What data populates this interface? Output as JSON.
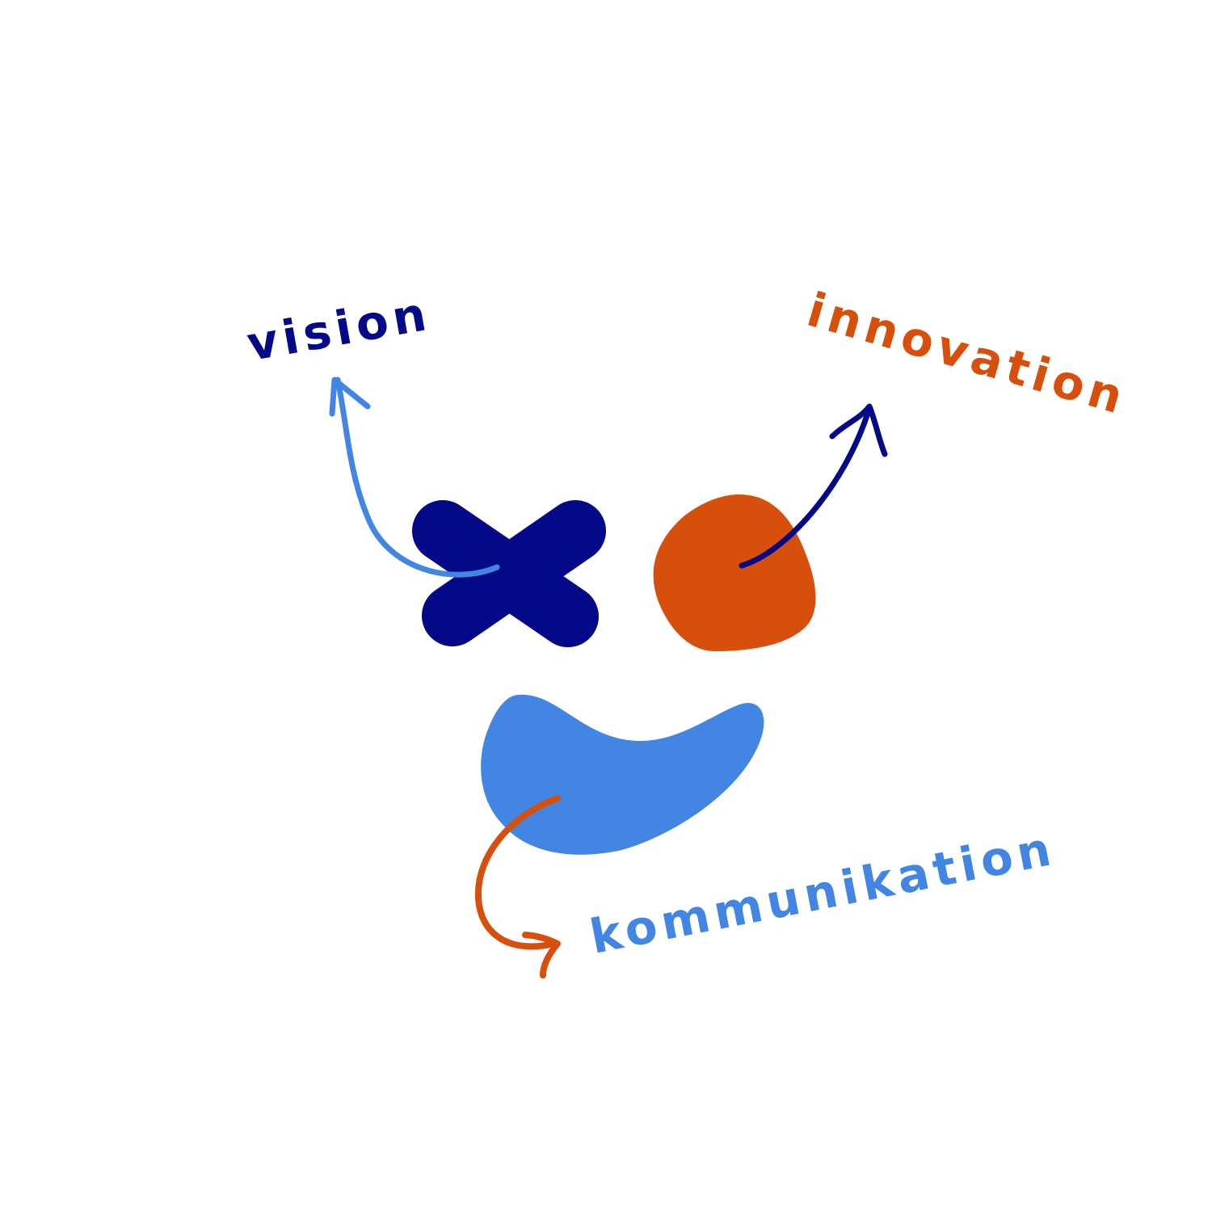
{
  "colors": {
    "background": "#ffffff",
    "navy": "#040a87",
    "orange": "#d64f0b",
    "sky_blue": "#4285e3"
  },
  "labels": {
    "vision": "vision",
    "innovation": "innovation",
    "kommunikation": "kommunikation"
  },
  "shapes": [
    {
      "name": "x-cross-shape",
      "color": "navy",
      "links_to": "vision"
    },
    {
      "name": "orange-blob-shape",
      "color": "orange",
      "links_to": "innovation"
    },
    {
      "name": "blue-kidney-shape",
      "color": "sky_blue",
      "links_to": "kommunikation"
    }
  ]
}
